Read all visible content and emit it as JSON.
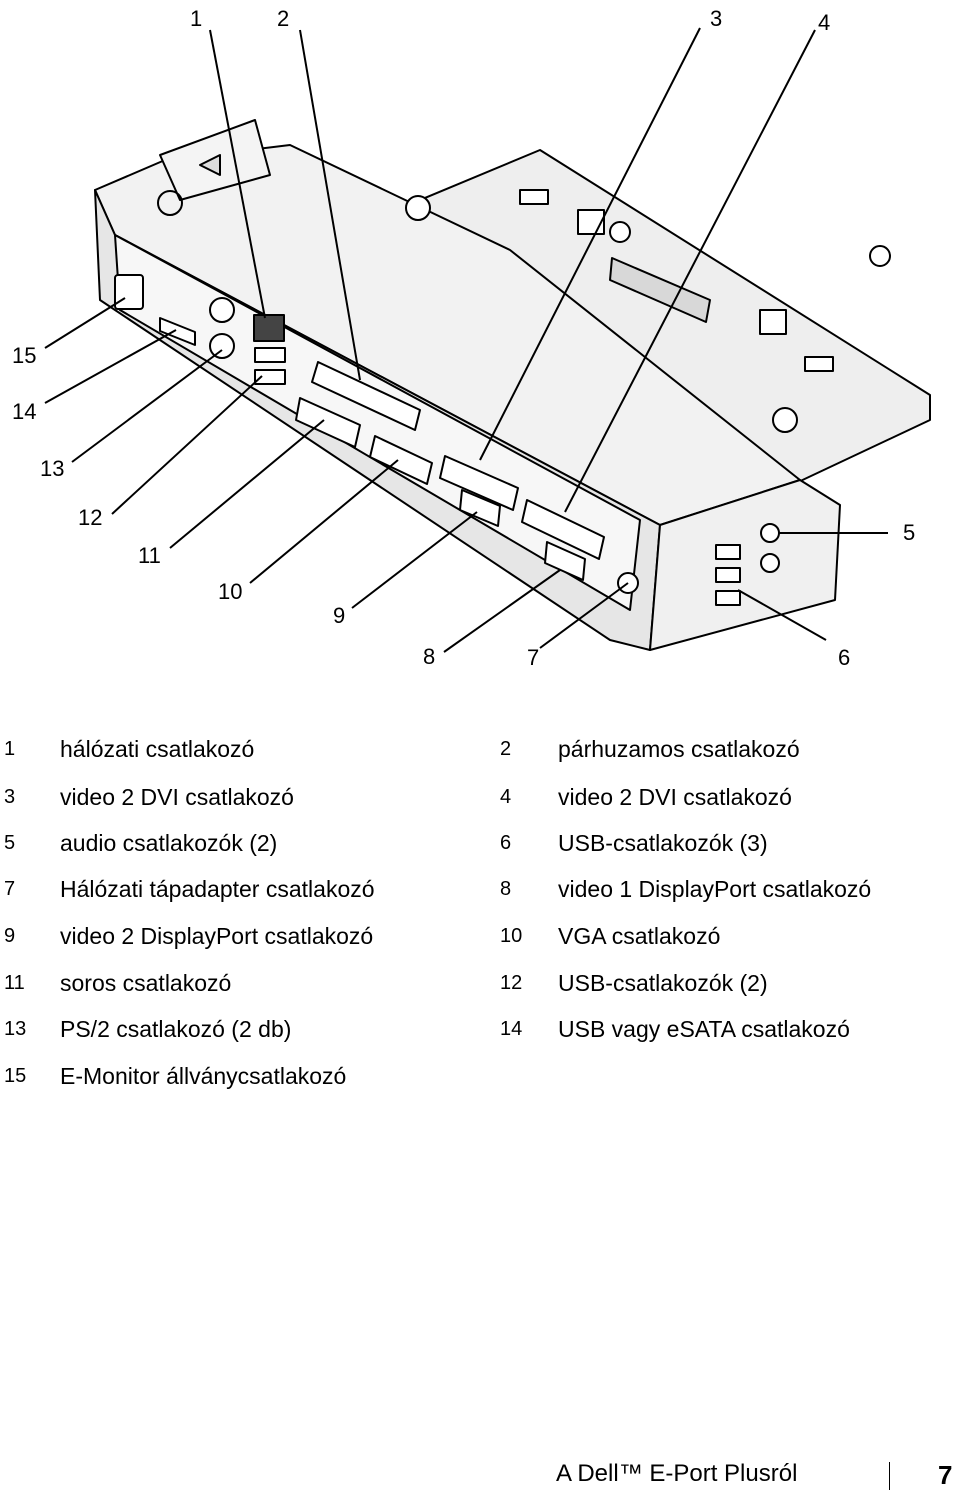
{
  "callouts": [
    "1",
    "2",
    "3",
    "4",
    "5",
    "6",
    "7",
    "8",
    "9",
    "10",
    "11",
    "12",
    "13",
    "14",
    "15"
  ],
  "legend": [
    {
      "num": "1",
      "label": "hálózati csatlakozó"
    },
    {
      "num": "2",
      "label": "párhuzamos csatlakozó"
    },
    {
      "num": "3",
      "label": "video 2 DVI csatlakozó"
    },
    {
      "num": "4",
      "label": "video 2 DVI csatlakozó"
    },
    {
      "num": "5",
      "label": "audio csatlakozók (2)"
    },
    {
      "num": "6",
      "label": "USB-csatlakozók (3)"
    },
    {
      "num": "7",
      "label": "Hálózati tápadapter csatlakozó"
    },
    {
      "num": "8",
      "label": "video 1 DisplayPort csatlakozó"
    },
    {
      "num": "9",
      "label": "video 2 DisplayPort csatlakozó"
    },
    {
      "num": "10",
      "label": "VGA csatlakozó"
    },
    {
      "num": "11",
      "label": "soros csatlakozó"
    },
    {
      "num": "12",
      "label": "USB-csatlakozók (2)"
    },
    {
      "num": "13",
      "label": "PS/2 csatlakozó (2 db)"
    },
    {
      "num": "14",
      "label": "USB vagy eSATA csatlakozó"
    },
    {
      "num": "15",
      "label": "E-Monitor állványcsatlakozó"
    }
  ],
  "footer": {
    "title": "A Dell™ E-Port Plusról",
    "page": "7"
  }
}
